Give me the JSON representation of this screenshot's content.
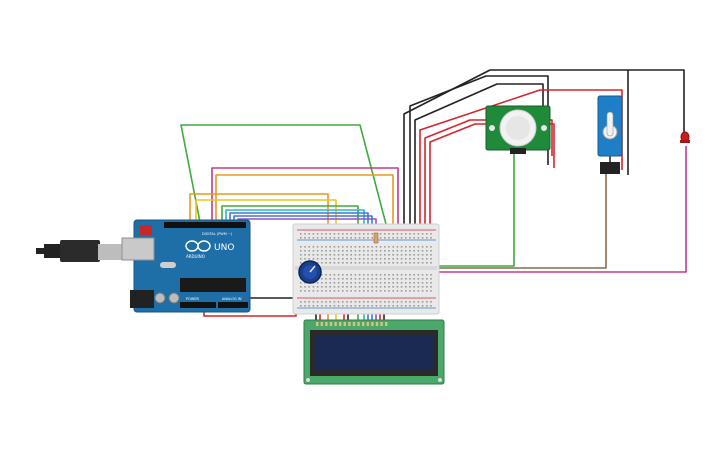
{
  "arduino": {
    "brand_label": "ARDUINO",
    "model_label": "UNO",
    "digital_label": "DIGITAL (PWM ~)",
    "power_label": "POWER",
    "analog_label": "ANALOG IN"
  },
  "colors": {
    "arduino_board": "#1e6fa8",
    "breadboard": "#e9e9e9",
    "lcd_pcb": "#4aa86a",
    "lcd_screen": "#1b2a52",
    "pir_pcb": "#1f8a3a",
    "servo_body": "#1f7fc6",
    "wire_red": "#d6252b",
    "wire_black": "#222222",
    "wire_green": "#3faa3f",
    "wire_orange": "#e89a21",
    "wire_yellow": "#e6c91c",
    "wire_blue": "#3b78d8",
    "wire_cyan": "#2fb5c8",
    "wire_purple": "#9a4fc2",
    "wire_magenta": "#c33b86",
    "wire_brown": "#8a6a4a",
    "led_red": "#c8201f"
  },
  "icons": [
    "usb-cable-icon",
    "led-icon",
    "potentiometer-icon",
    "pir-dome-icon",
    "servo-horn-icon"
  ]
}
